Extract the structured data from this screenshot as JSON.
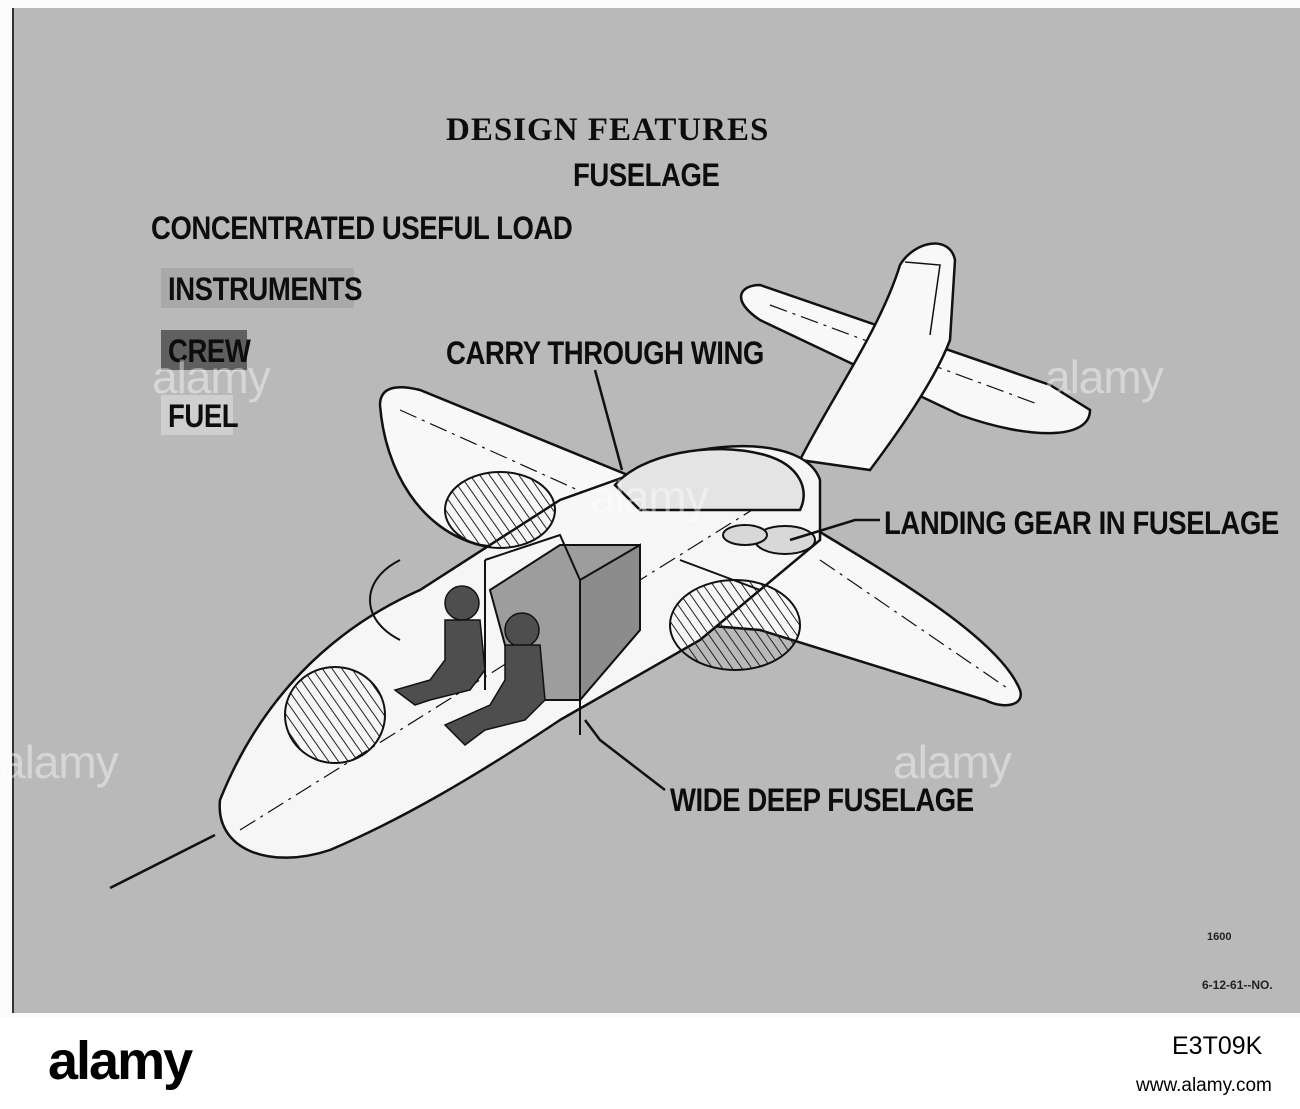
{
  "diagram": {
    "title": "DESIGN FEATURES",
    "subtitle": "FUSELAGE",
    "legend_heading": "CONCENTRATED USEFUL LOAD",
    "legend": [
      {
        "label": "INSTRUMENTS",
        "color": "#a9a9a9"
      },
      {
        "label": "CREW",
        "color": "#5f5f5f"
      },
      {
        "label": "FUEL",
        "color": "#cfcfcf"
      }
    ],
    "callouts": {
      "carry_through_wing": "CARRY THROUGH WING",
      "landing_gear": "LANDING GEAR IN FUSELAGE",
      "wide_deep_fuselage": "WIDE DEEP FUSELAGE"
    },
    "small_number": "1600",
    "stamp": "6-12-61--NO."
  },
  "watermark": "alamy",
  "footer": {
    "logo": "alamy",
    "image_id": "E3T09K",
    "url": "www.alamy.com"
  }
}
